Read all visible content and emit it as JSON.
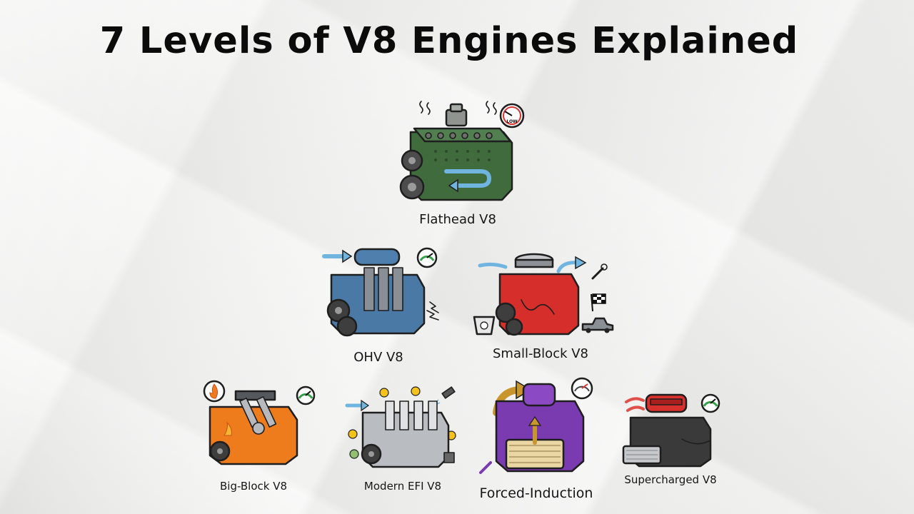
{
  "title": "7 Levels of V8 Engines Explained",
  "engines": [
    {
      "label": "Flathead V8",
      "color": "#3f6b3d",
      "icons": [
        "heat-waves-icon",
        "low-gauge-icon",
        "flow-arrow-icon"
      ],
      "gauge_text": "LOW"
    },
    {
      "label": "OHV V8",
      "color": "#4a79a6",
      "icons": [
        "intake-arrow-icon",
        "gauge-icon",
        "sound-waves-icon"
      ]
    },
    {
      "label": "Small-Block V8",
      "color": "#d52e2b",
      "icons": [
        "airflow-arrow-icon",
        "wrench-icon",
        "checkered-flag-icon",
        "scale-icon",
        "pickup-truck-icon"
      ]
    },
    {
      "label": "Big-Block V8",
      "color": "#ee7c1d",
      "icons": [
        "flame-icon",
        "gauge-icon"
      ]
    },
    {
      "label": "Modern EFI V8",
      "color": "#b9bcc0",
      "icons": [
        "lightning-icon",
        "fuel-injector-icon",
        "chip-icon",
        "intake-arrow-icon"
      ]
    },
    {
      "label": "Forced-Induction",
      "color": "#7a3ab0",
      "icons": [
        "boost-arrow-icon",
        "gauge-icon",
        "intercooler-icon"
      ]
    },
    {
      "label": "Supercharged V8",
      "color": "#d8302c",
      "icons": [
        "heat-arrow-icon",
        "gauge-icon",
        "supercharger-icon"
      ]
    }
  ]
}
